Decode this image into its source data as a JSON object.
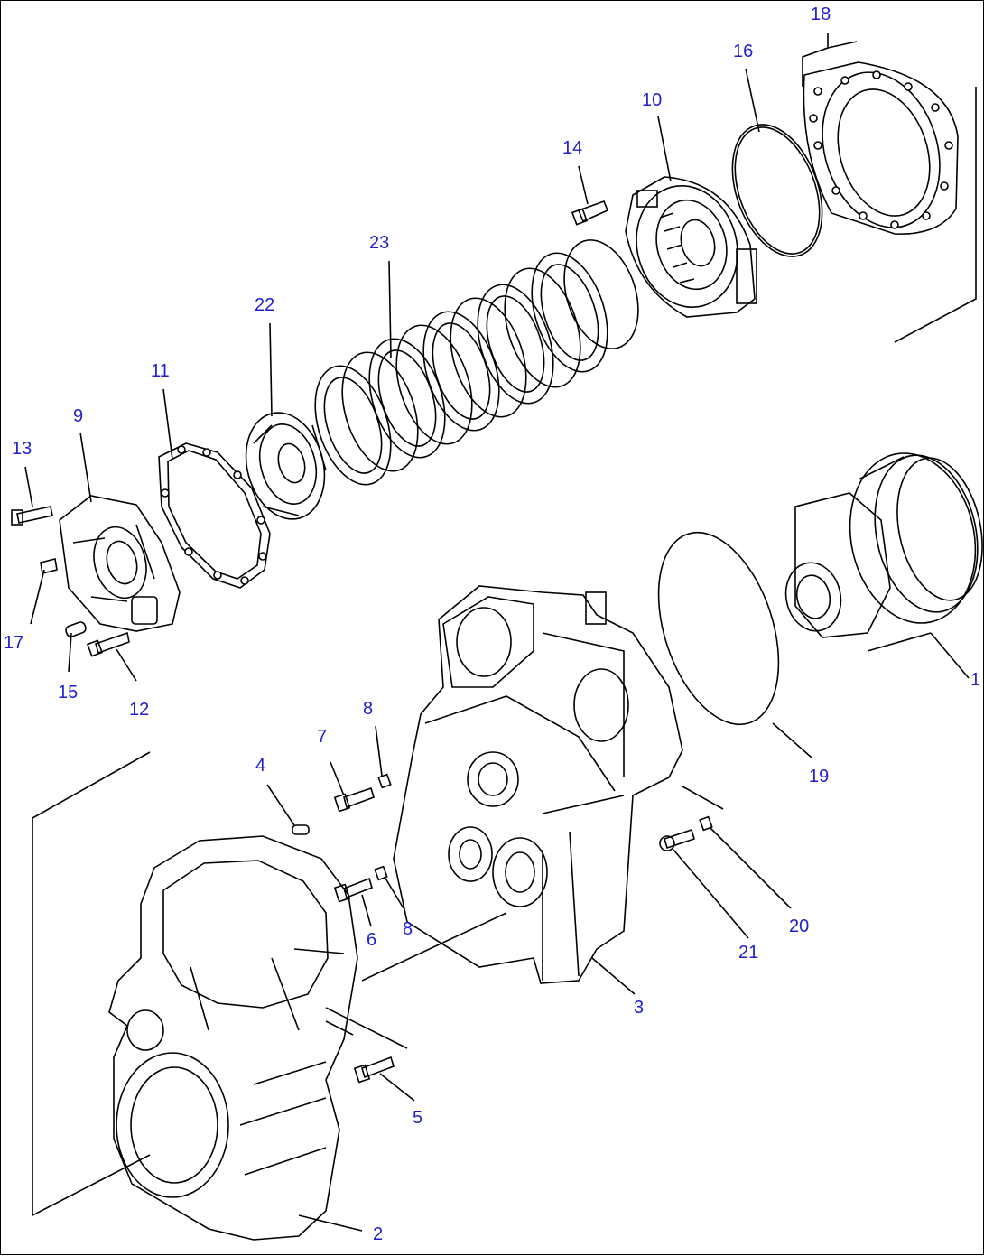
{
  "diagram": {
    "accent_color": "#1f1fd0",
    "callouts": [
      {
        "id": "c18",
        "label": "18"
      },
      {
        "id": "c16",
        "label": "16"
      },
      {
        "id": "c10",
        "label": "10"
      },
      {
        "id": "c14",
        "label": "14"
      },
      {
        "id": "c23",
        "label": "23"
      },
      {
        "id": "c22",
        "label": "22"
      },
      {
        "id": "c11",
        "label": "11"
      },
      {
        "id": "c9",
        "label": "9"
      },
      {
        "id": "c13",
        "label": "13"
      },
      {
        "id": "c17",
        "label": "17"
      },
      {
        "id": "c15",
        "label": "15"
      },
      {
        "id": "c12",
        "label": "12"
      },
      {
        "id": "c1",
        "label": "1"
      },
      {
        "id": "c8a",
        "label": "8"
      },
      {
        "id": "c7",
        "label": "7"
      },
      {
        "id": "c4",
        "label": "4"
      },
      {
        "id": "c19",
        "label": "19"
      },
      {
        "id": "c6",
        "label": "6"
      },
      {
        "id": "c8b",
        "label": "8"
      },
      {
        "id": "c21",
        "label": "21"
      },
      {
        "id": "c20",
        "label": "20"
      },
      {
        "id": "c3",
        "label": "3"
      },
      {
        "id": "c5",
        "label": "5"
      },
      {
        "id": "c2",
        "label": "2"
      }
    ]
  }
}
